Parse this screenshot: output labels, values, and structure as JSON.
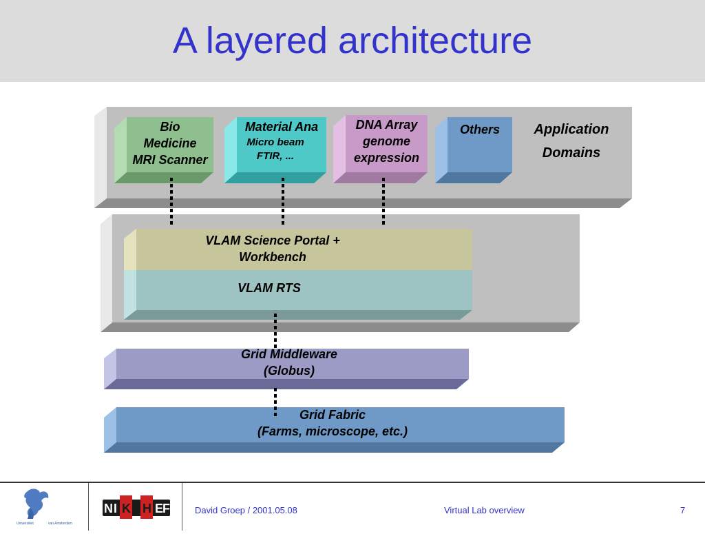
{
  "slide": {
    "title": "A layered architecture",
    "slide_number": "7"
  },
  "layers": {
    "application_domains": {
      "label_line1": "Application",
      "label_line2": "Domains",
      "domains": [
        {
          "lines": [
            "Bio",
            "Medicine",
            "MRI Scanner"
          ],
          "color": "#8fbf8f"
        },
        {
          "lines": [
            "Material Ana"
          ],
          "sub_lines": [
            "Micro beam",
            "FTIR, ..."
          ],
          "color": "#4fc8c8"
        },
        {
          "lines": [
            "DNA Array",
            "genome",
            "expression"
          ],
          "color": "#c79ac7"
        },
        {
          "lines": [
            "Others"
          ],
          "color": "#6f9ac7"
        }
      ]
    },
    "vlam_portal": {
      "line1": "VLAM Science Portal +",
      "line2": "Workbench",
      "color": "#c6c59c"
    },
    "vlam_rts": {
      "label": "VLAM RTS",
      "color": "#9ec3c3"
    },
    "grid_middleware": {
      "line1": "Grid Middleware",
      "line2": "(Globus)",
      "color": "#9b9bc6"
    },
    "grid_fabric": {
      "line1": "Grid Fabric",
      "line2": "(Farms, microscope, etc.)",
      "color": "#6f9ac7"
    }
  },
  "footer": {
    "author_date": "David Groep / 2001.05.08",
    "talk_title": "Virtual Lab overview",
    "uva_logo_line1": "Universiteit",
    "uva_logo_line2": "van Amsterdam",
    "nikhef_letters": [
      "N",
      "I",
      "K",
      "H",
      "E",
      "F"
    ]
  }
}
